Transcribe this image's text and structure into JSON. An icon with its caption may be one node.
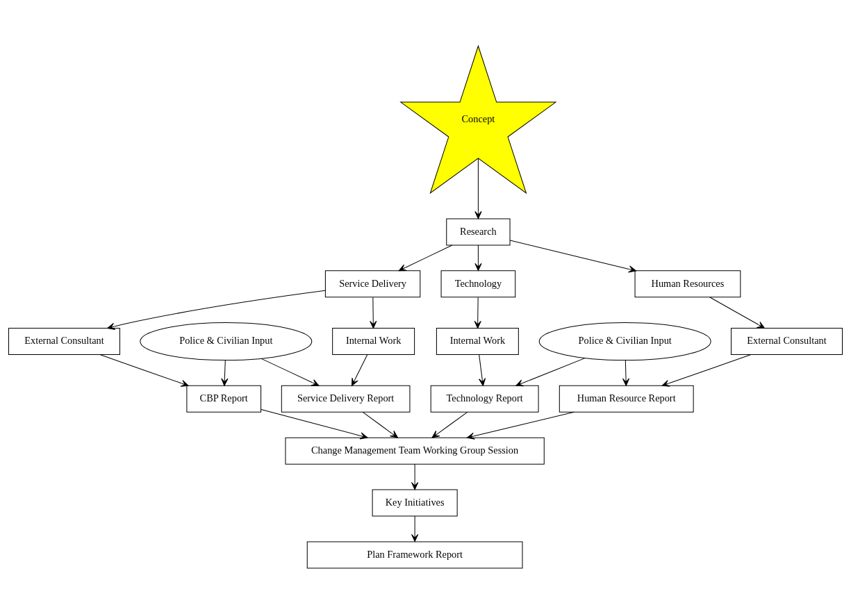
{
  "diagram": {
    "nodes": [
      {
        "text": [
          "Concept"
        ]
      },
      {
        "text": [
          "Research"
        ]
      },
      {
        "text": [
          "Service Delivery"
        ]
      },
      {
        "text": [
          "Technology"
        ]
      },
      {
        "text": [
          "Human Resources"
        ]
      },
      {
        "text": [
          "External Consultant"
        ]
      },
      {
        "text": [
          "Internal Work"
        ]
      },
      {
        "text": [
          "Internal Work"
        ]
      },
      {
        "text": [
          "External Consultant"
        ]
      },
      {
        "text": [
          "Police & Civilian Input"
        ]
      },
      {
        "text": [
          "Police & Civilian Input"
        ]
      },
      {
        "text": [
          "CBP Report"
        ]
      },
      {
        "text": [
          "Service Delivery Report"
        ]
      },
      {
        "text": [
          "Technology Report"
        ]
      },
      {
        "text": [
          "Human Resource Report"
        ]
      },
      {
        "text": [
          "Change Management Team Working Group Session"
        ]
      },
      {
        "text": [
          "Key Initiatives"
        ]
      },
      {
        "text": [
          "Plan Framework Report"
        ]
      }
    ],
    "edges": [
      {
        "from": 0,
        "to": 1,
        "arrow": "to"
      },
      {
        "from": 1,
        "to": 2,
        "arrow": "to"
      },
      {
        "from": 1,
        "to": 3,
        "arrow": "to"
      },
      {
        "from": 1,
        "to": 4,
        "arrow": "to"
      },
      {
        "from": 2,
        "to": 5,
        "arrow": "to"
      },
      {
        "from": 2,
        "to": 6,
        "arrow": "to"
      },
      {
        "from": 3,
        "to": 7,
        "arrow": "to"
      },
      {
        "from": 4,
        "to": 8,
        "arrow": "to"
      },
      {
        "from": 5,
        "to": 11,
        "arrow": "to"
      },
      {
        "from": 6,
        "to": 12,
        "arrow": "to"
      },
      {
        "from": 7,
        "to": 13,
        "arrow": "to"
      },
      {
        "from": 8,
        "to": 14,
        "arrow": "to"
      },
      {
        "from": 9,
        "to": 11,
        "arrow": "to"
      },
      {
        "from": 9,
        "to": 12,
        "arrow": "to"
      },
      {
        "from": 10,
        "to": 13,
        "arrow": "to"
      },
      {
        "from": 10,
        "to": 14,
        "arrow": "to"
      },
      {
        "from": 11,
        "to": 15,
        "arrow": "to"
      },
      {
        "from": 12,
        "to": 15,
        "arrow": "to"
      },
      {
        "from": 13,
        "to": 15,
        "arrow": "to"
      },
      {
        "from": 14,
        "to": 15,
        "arrow": "to"
      },
      {
        "from": 15,
        "to": 16,
        "arrow": "to"
      },
      {
        "from": 16,
        "to": 17,
        "arrow": "to"
      }
    ]
  }
}
